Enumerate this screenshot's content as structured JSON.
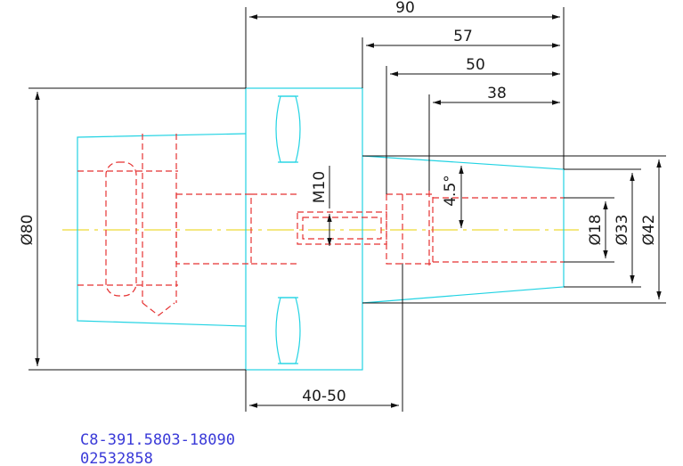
{
  "drawing": {
    "dimensions": {
      "length_total": "90",
      "length_57": "57",
      "length_50": "50",
      "length_38": "38",
      "thread": "M10",
      "angle": "4.5°",
      "dia_80": "Ø80",
      "dia_18": "Ø18",
      "dia_33": "Ø33",
      "dia_42": "Ø42",
      "range": "40-50"
    },
    "part_number": "C8-391.5803-18090",
    "order_number": "02532858",
    "colors": {
      "outline": "#22d3e3",
      "hidden": "#e53232",
      "centerline": "#e8d000",
      "dimension": "#111111",
      "label": "#3a3ad8"
    }
  }
}
